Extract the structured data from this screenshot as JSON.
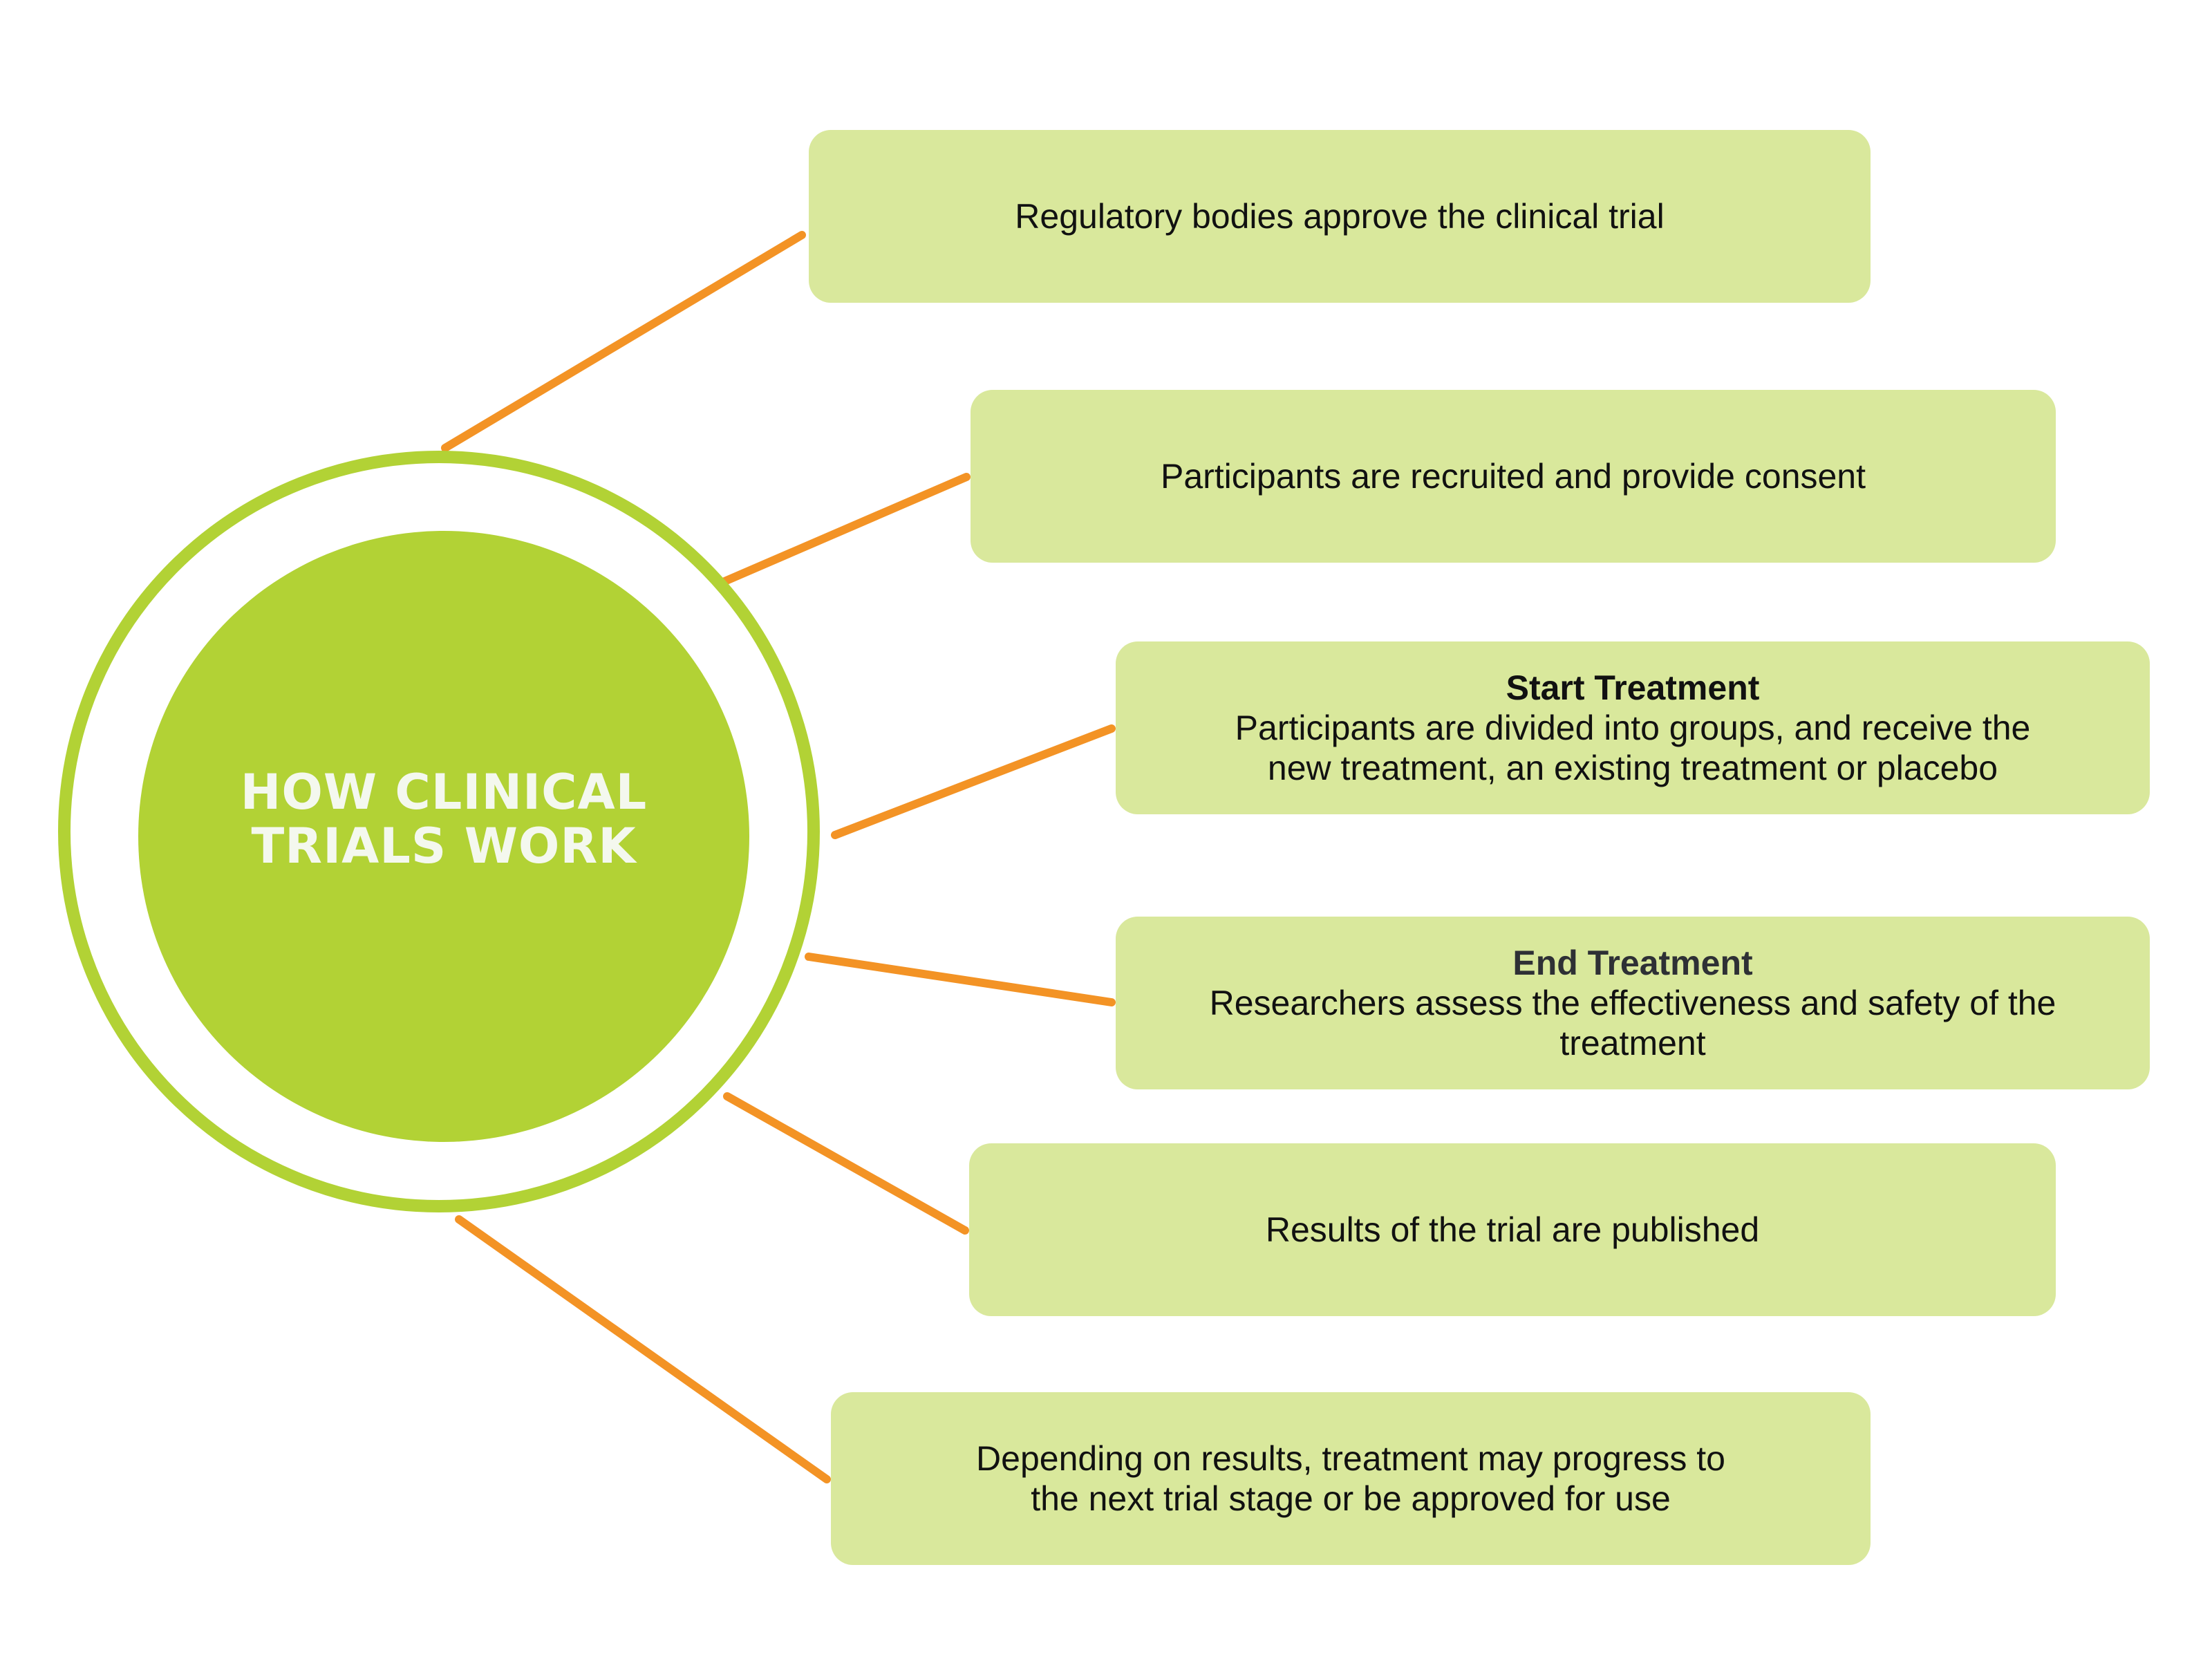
{
  "colors": {
    "ring": "#b2d235",
    "disc": "#b2d235",
    "title_text": "#f4f8ee",
    "step_fill": "#d9e89c",
    "connector": "#f39325"
  },
  "center": {
    "title_line1": "HOW CLINICAL",
    "title_line2": "TRIALS WORK"
  },
  "steps": [
    {
      "heading": "",
      "lines": [
        "Regulatory bodies approve the clinical trial"
      ]
    },
    {
      "heading": "",
      "lines": [
        "Participants are recruited and provide consent"
      ]
    },
    {
      "heading": "Start Treatment",
      "lines": [
        "Participants are divided into groups, and receive the",
        "new treatment, an existing treatment or placebo"
      ]
    },
    {
      "heading": "End Treatment",
      "lines": [
        "Researchers assess the effectiveness and safety of the",
        "treatment"
      ]
    },
    {
      "heading": "",
      "lines": [
        "Results of the trial are published"
      ]
    },
    {
      "heading": "",
      "lines": [
        "Depending on results, treatment may progress to",
        "the next trial stage or be approved for use"
      ]
    }
  ]
}
